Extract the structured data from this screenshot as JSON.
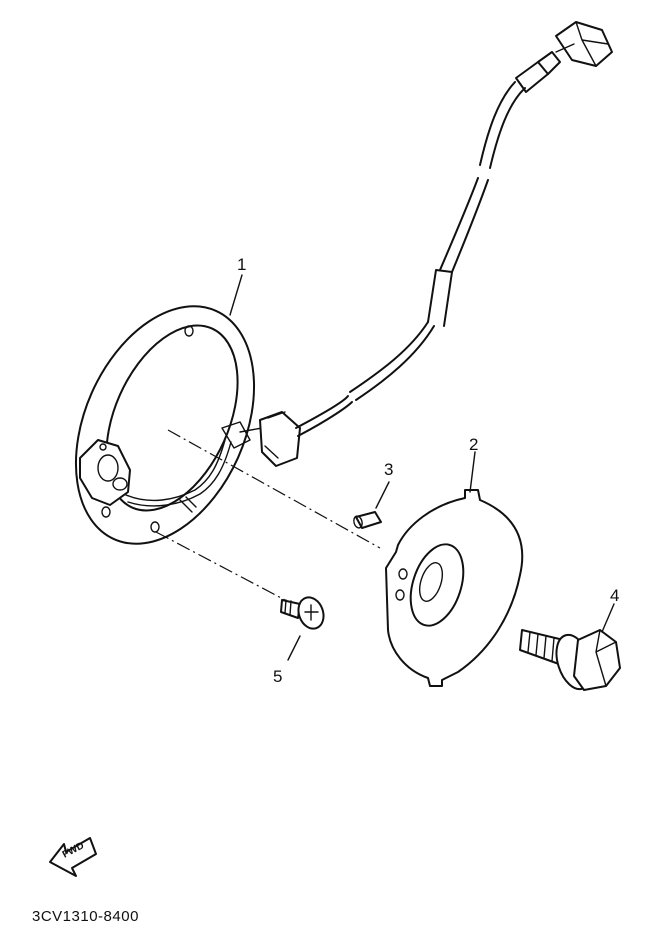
{
  "diagram": {
    "code": "3CV1310-8400",
    "fwd_label": "FWD",
    "callouts": [
      {
        "id": "1",
        "label": "1"
      },
      {
        "id": "2",
        "label": "2"
      },
      {
        "id": "3",
        "label": "3"
      },
      {
        "id": "4",
        "label": "4"
      },
      {
        "id": "5",
        "label": "5"
      }
    ]
  },
  "colors": {
    "ink": "#111111",
    "background": "#ffffff"
  }
}
